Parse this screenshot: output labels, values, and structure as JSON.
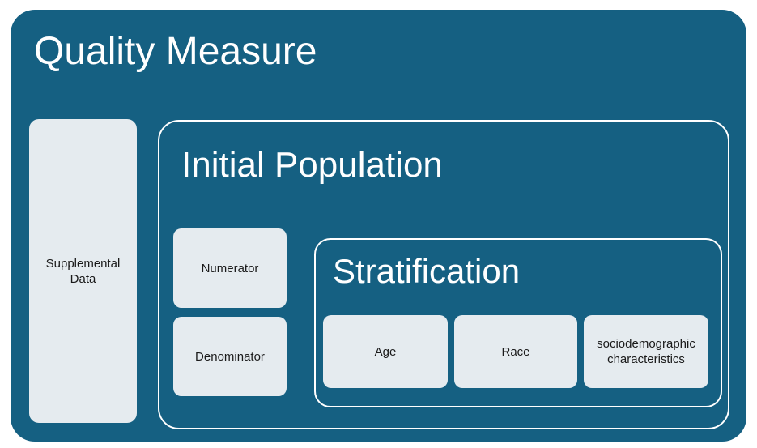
{
  "diagram": {
    "title": "Quality Measure",
    "colors": {
      "panel_blue": "#156082",
      "box_light": "#E5EBEF",
      "border_white": "#FFFFFF",
      "title_text": "#FFFFFF",
      "box_text": "#1A1A1A",
      "page_background": "#FFFFFF"
    },
    "supplemental": {
      "label": "Supplemental\nData",
      "label_line1": "Supplemental",
      "label_line2": "Data"
    },
    "initial_population": {
      "title": "Initial Population",
      "components": [
        {
          "label": "Numerator"
        },
        {
          "label": "Denominator"
        }
      ],
      "stratification": {
        "title": "Stratification",
        "categories": [
          {
            "label": "Age",
            "line1": "Age",
            "line2": ""
          },
          {
            "label": "Race",
            "line1": "Race",
            "line2": ""
          },
          {
            "label": "sociodemographic characteristics",
            "line1": "sociodemographic",
            "line2": "characteristics"
          }
        ]
      }
    }
  }
}
